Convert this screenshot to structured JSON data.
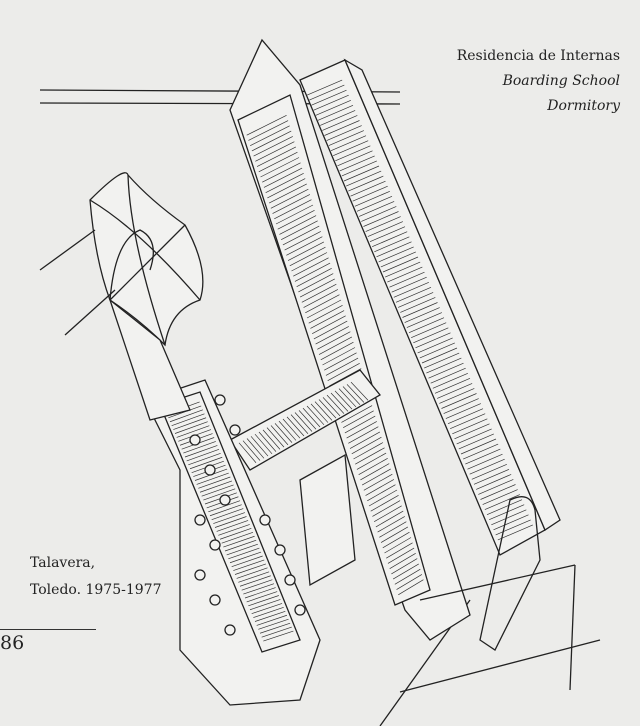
{
  "caption_top": {
    "line1": "Residencia de Internas",
    "line2": "Boarding School",
    "line3": "Dormitory"
  },
  "caption_bottom": {
    "line1": "Talavera,",
    "line2": "Toledo. 1975-1977"
  },
  "page_number": "86"
}
